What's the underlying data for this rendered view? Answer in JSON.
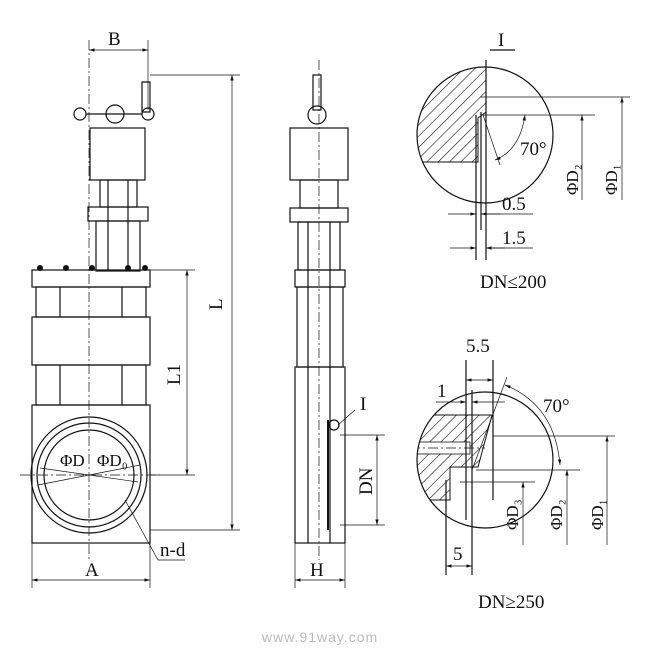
{
  "front_view": {
    "dim_B": "B",
    "dim_L": "L",
    "dim_L1": "L1",
    "dim_A": "A",
    "dim_nd": "n-d",
    "dim_phiD": "ΦD",
    "dim_phiD0": "ΦD₀"
  },
  "side_view": {
    "dim_H": "H",
    "dim_DN": "DN",
    "detail_marker": "I"
  },
  "detail_small": {
    "title": "I",
    "angle": "70°",
    "dim_phiD2": "ΦD₂",
    "dim_phiD1": "ΦD₁",
    "dim_05": "0.5",
    "dim_15": "1.5",
    "condition": "DN≤200"
  },
  "detail_large": {
    "angle": "70°",
    "dim_55": "5.5",
    "dim_1": "1",
    "dim_5": "5",
    "dim_phiD3": "ΦD₃",
    "dim_phiD2": "ΦD₂",
    "dim_phiD1": "ΦD₁",
    "condition": "DN≥250"
  },
  "watermark": "www.91way.com"
}
